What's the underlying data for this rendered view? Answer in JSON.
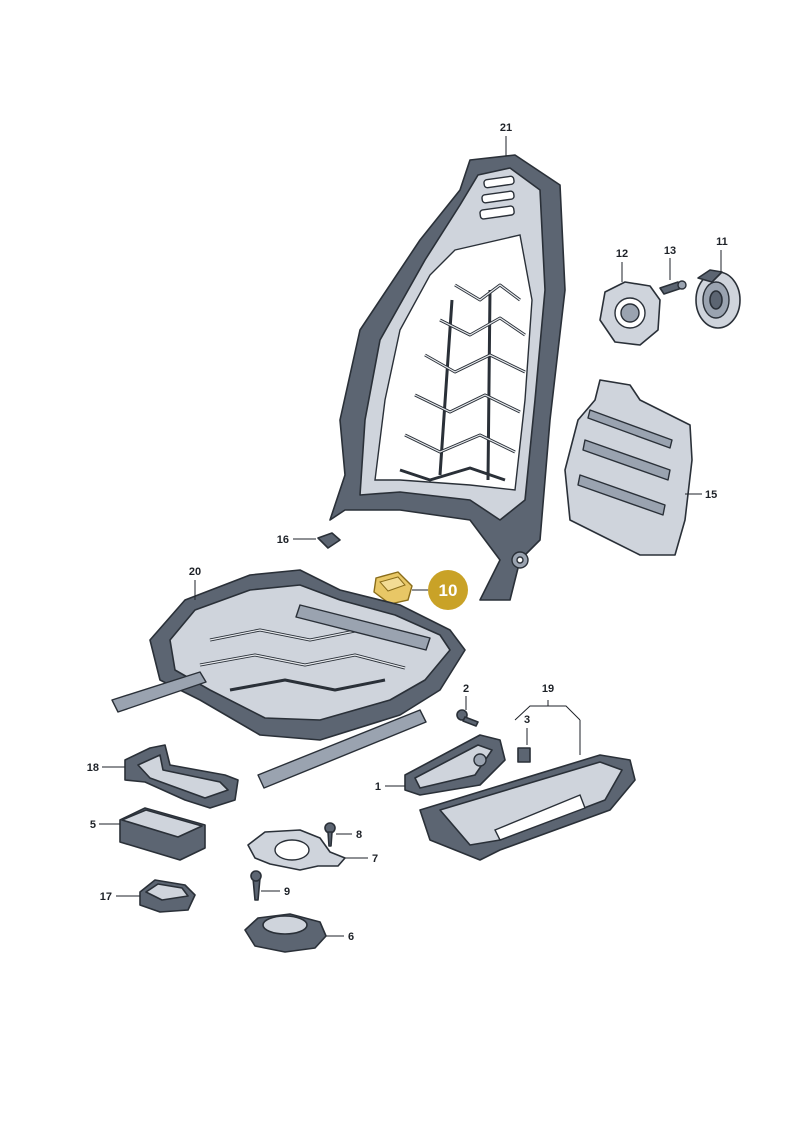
{
  "diagram": {
    "callouts": [
      {
        "id": "21",
        "label": "21"
      },
      {
        "id": "12",
        "label": "12"
      },
      {
        "id": "13",
        "label": "13"
      },
      {
        "id": "11",
        "label": "11"
      },
      {
        "id": "15",
        "label": "15"
      },
      {
        "id": "16",
        "label": "16"
      },
      {
        "id": "20",
        "label": "20"
      },
      {
        "id": "10",
        "label": "10"
      },
      {
        "id": "2",
        "label": "2"
      },
      {
        "id": "19",
        "label": "19"
      },
      {
        "id": "3",
        "label": "3"
      },
      {
        "id": "18",
        "label": "18"
      },
      {
        "id": "1",
        "label": "1"
      },
      {
        "id": "5",
        "label": "5"
      },
      {
        "id": "8",
        "label": "8"
      },
      {
        "id": "7",
        "label": "7"
      },
      {
        "id": "9",
        "label": "9"
      },
      {
        "id": "17",
        "label": "17"
      },
      {
        "id": "6",
        "label": "6"
      }
    ],
    "highlight": {
      "label": "10",
      "color": "#c9a227"
    },
    "colors": {
      "line": "#2a3038",
      "part_fill": "#cfd4dc",
      "part_dark": "#5c6572",
      "highlight_part": "#e8c766"
    }
  }
}
